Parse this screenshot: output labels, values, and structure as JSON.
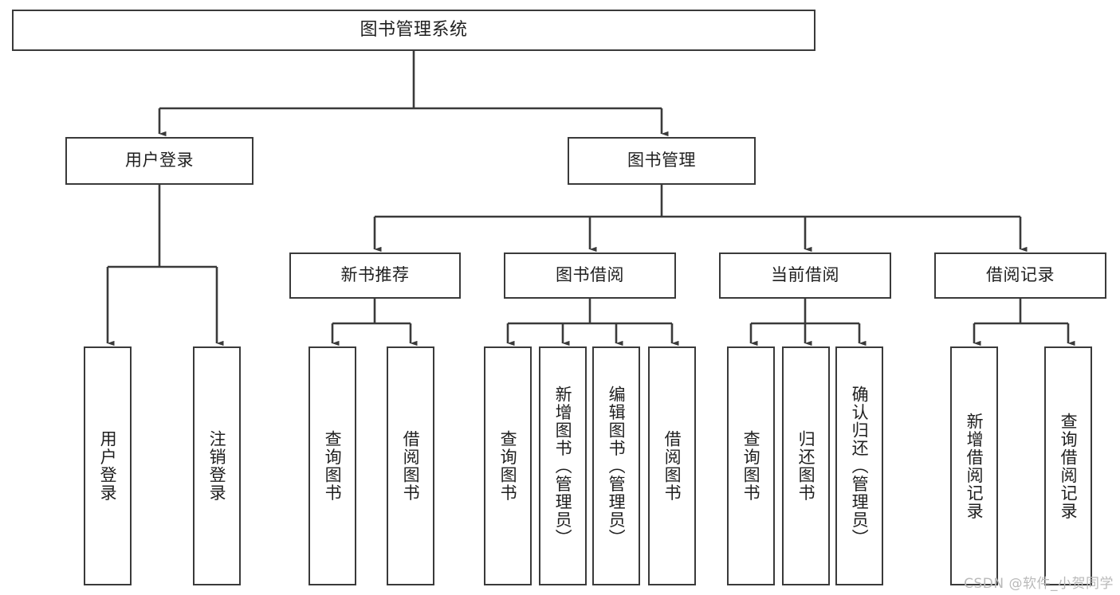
{
  "diagram": {
    "title": "图书管理系统",
    "type": "tree",
    "orientation": "top-down",
    "stroke_color": "#3a3a3a",
    "fill_color": "#ffffff",
    "text_color": "#1f1f1f",
    "nodes": {
      "root": {
        "label": "图书管理系统"
      },
      "level2": [
        {
          "id": "user-login",
          "label": "用户登录"
        },
        {
          "id": "book-manage",
          "label": "图书管理"
        }
      ],
      "level3": [
        {
          "id": "new-book-rec",
          "label": "新书推荐"
        },
        {
          "id": "book-borrow",
          "label": "图书借阅"
        },
        {
          "id": "current-borrow",
          "label": "当前借阅"
        },
        {
          "id": "borrow-record",
          "label": "借阅记录"
        }
      ],
      "leaves": {
        "user-login": [
          {
            "id": "leaf-user-login",
            "label": "用户登录"
          },
          {
            "id": "leaf-logout-login",
            "label": "注销登录"
          }
        ],
        "new-book-rec": [
          {
            "id": "leaf-query-book-1",
            "label": "查询图书"
          },
          {
            "id": "leaf-borrow-book-1",
            "label": "借阅图书"
          }
        ],
        "book-borrow": [
          {
            "id": "leaf-query-book-2",
            "label": "查询图书"
          },
          {
            "id": "leaf-add-book",
            "label": "新增图书（管理员）"
          },
          {
            "id": "leaf-edit-book",
            "label": "编辑图书（管理员）"
          },
          {
            "id": "leaf-borrow-book-2",
            "label": "借阅图书"
          }
        ],
        "current-borrow": [
          {
            "id": "leaf-query-book-3",
            "label": "查询图书"
          },
          {
            "id": "leaf-return-book",
            "label": "归还图书"
          },
          {
            "id": "leaf-confirm-return",
            "label": "确认归还（管理员）"
          }
        ],
        "borrow-record": [
          {
            "id": "leaf-add-record",
            "label": "新增借阅记录"
          },
          {
            "id": "leaf-query-record",
            "label": "查询借阅记录"
          }
        ]
      }
    }
  },
  "watermark": {
    "text": "CSDN @软件_小贺同学"
  }
}
